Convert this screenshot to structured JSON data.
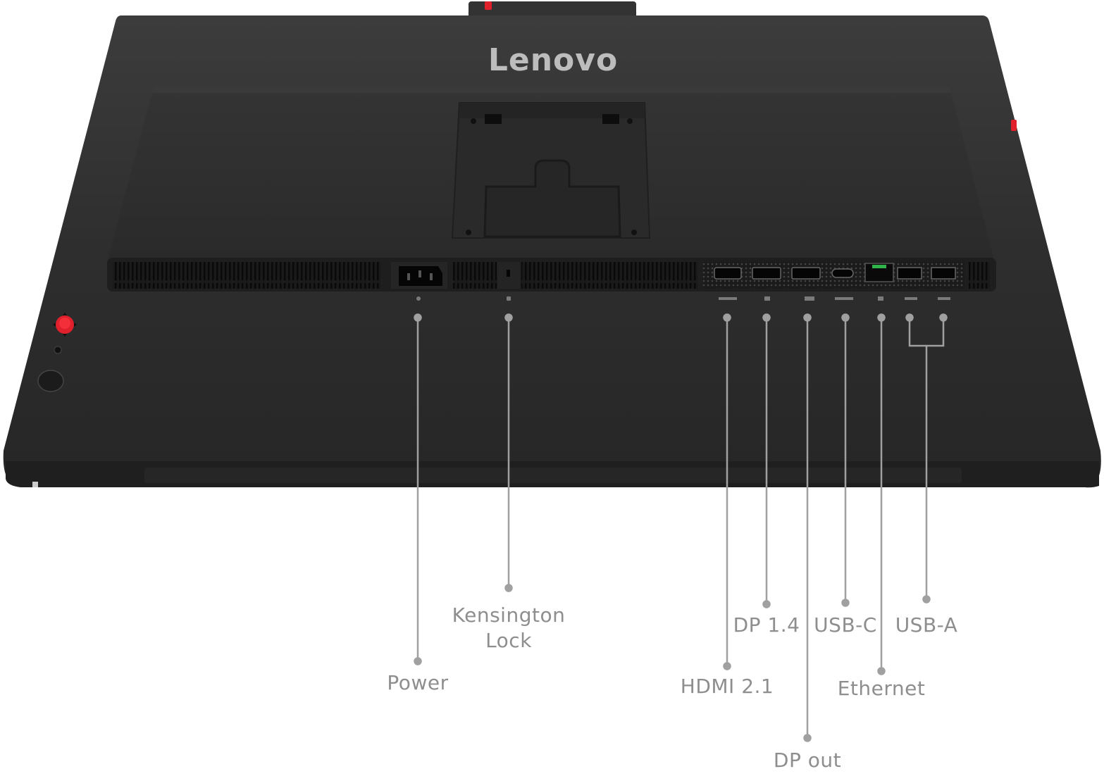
{
  "brand": {
    "logo_text": "Lenovo"
  },
  "colors": {
    "body": "#2b2b2b",
    "accent_red": "#e0202a",
    "leader": "#a0a0a0",
    "label": "#8e8e8e"
  },
  "port_labels": {
    "power": "Power",
    "kensington_line1": "Kensington",
    "kensington_line2": "Lock",
    "hdmi": "HDMI 2.1",
    "dp14": "DP 1.4",
    "dp_out": "DP out",
    "usb_c": "USB-C",
    "ethernet": "Ethernet",
    "usb_a": "USB-A"
  }
}
